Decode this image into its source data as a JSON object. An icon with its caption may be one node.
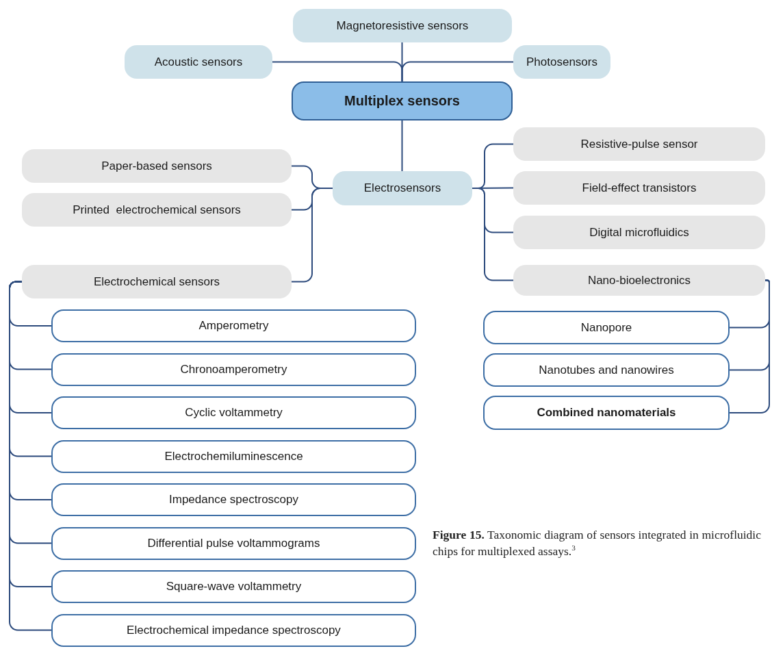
{
  "diagram": {
    "caption": "**Figure 15.** Taxonomic diagram of sensors integrated in microfluidic chips for multiplexed assays.$^{3}$",
    "nodes": [
      {
        "text": [
          "Magnetoresistive sensors"
        ]
      },
      {
        "text": [
          "Acoustic sensors"
        ]
      },
      {
        "text": [
          "Photosensors"
        ]
      },
      {
        "text": [
          "Multiplex sensors"
        ]
      },
      {
        "text": [
          "Electrosensors"
        ]
      },
      {
        "text": [
          "Paper-based sensors"
        ]
      },
      {
        "text": [
          "Printed  electrochemical sensors"
        ]
      },
      {
        "text": [
          "Resistive-pulse sensor"
        ]
      },
      {
        "text": [
          "Field-effect transistors"
        ]
      },
      {
        "text": [
          "Digital microfluidics"
        ]
      },
      {
        "text": [
          "Electrochemical sensors"
        ]
      },
      {
        "text": [
          "Nano-bioelectronics"
        ]
      },
      {
        "text": [
          "Amperometry"
        ]
      },
      {
        "text": [
          "Chronoamperometry"
        ]
      },
      {
        "text": [
          "Cyclic voltammetry"
        ]
      },
      {
        "text": [
          "Electrochemiluminescence"
        ]
      },
      {
        "text": [
          "Impedance spectroscopy"
        ]
      },
      {
        "text": [
          "Differential pulse voltammograms"
        ]
      },
      {
        "text": [
          "Square-wave voltammetry"
        ]
      },
      {
        "text": [
          "Electrochemical impedance spectroscopy"
        ]
      },
      {
        "text": [
          "Nanopore"
        ]
      },
      {
        "text": [
          "Nanotubes and nanowires"
        ]
      },
      {
        "text": [
          "Combined nanomaterials"
        ]
      }
    ],
    "edges": [
      {
        "from": 3,
        "to": 0,
        "arrow": "none"
      },
      {
        "from": 3,
        "to": 1,
        "arrow": "none"
      },
      {
        "from": 3,
        "to": 2,
        "arrow": "none"
      },
      {
        "from": 3,
        "to": 4,
        "arrow": "none"
      },
      {
        "from": 4,
        "to": 5,
        "arrow": "none"
      },
      {
        "from": 4,
        "to": 6,
        "arrow": "none"
      },
      {
        "from": 4,
        "to": 7,
        "arrow": "none"
      },
      {
        "from": 4,
        "to": 8,
        "arrow": "none"
      },
      {
        "from": 4,
        "to": 9,
        "arrow": "none"
      },
      {
        "from": 4,
        "to": 10,
        "arrow": "none"
      },
      {
        "from": 4,
        "to": 11,
        "arrow": "none"
      },
      {
        "from": 10,
        "to": 12,
        "arrow": "none"
      },
      {
        "from": 10,
        "to": 13,
        "arrow": "none"
      },
      {
        "from": 10,
        "to": 14,
        "arrow": "none"
      },
      {
        "from": 10,
        "to": 15,
        "arrow": "none"
      },
      {
        "from": 10,
        "to": 16,
        "arrow": "none"
      },
      {
        "from": 10,
        "to": 17,
        "arrow": "none"
      },
      {
        "from": 10,
        "to": 18,
        "arrow": "none"
      },
      {
        "from": 10,
        "to": 19,
        "arrow": "none"
      },
      {
        "from": 11,
        "to": 20,
        "arrow": "none"
      },
      {
        "from": 11,
        "to": 21,
        "arrow": "none"
      },
      {
        "from": 11,
        "to": 22,
        "arrow": "none"
      }
    ]
  }
}
